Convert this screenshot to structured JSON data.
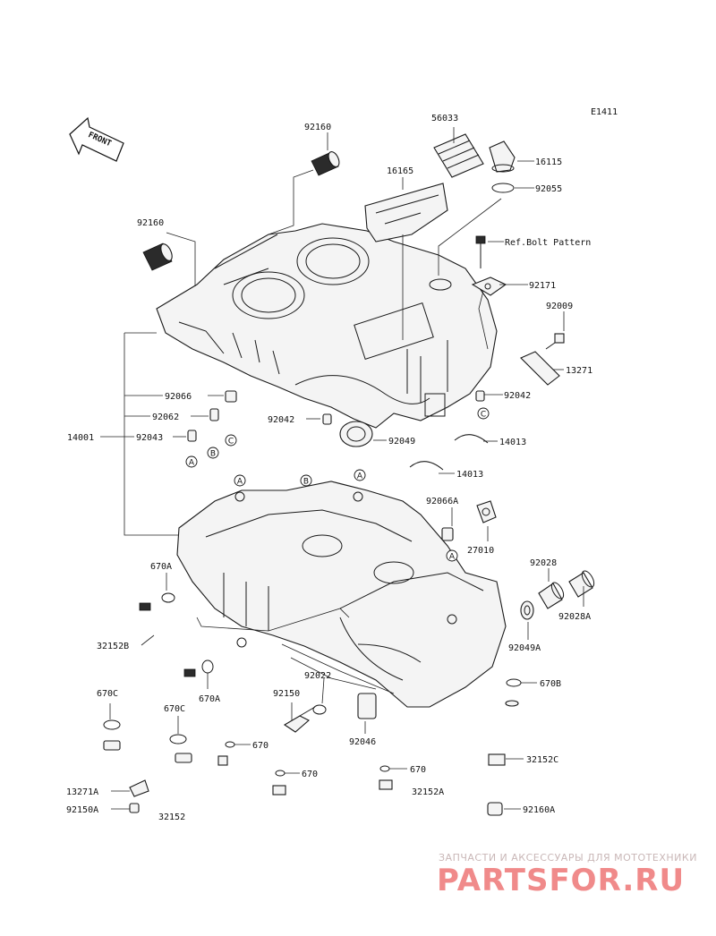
{
  "diagram_id": "E1411",
  "front_label": "FRONT",
  "ref_callout": "Ref.Bolt Pattern",
  "labels": {
    "p92160_top": "92160",
    "p56033": "56033",
    "p16115": "16115",
    "p16165": "16165",
    "p92055": "92055",
    "p92160_left": "92160",
    "p92171": "92171",
    "p92009": "92009",
    "p13271_r": "13271",
    "p92066": "92066",
    "p92062": "92062",
    "p92043": "92043",
    "p14001": "14001",
    "p92042_l": "92042",
    "p92049": "92049",
    "p92042_r": "92042",
    "p14013_a": "14013",
    "p14013_b": "14013",
    "p92066A": "92066A",
    "p27010": "27010",
    "p92028": "92028",
    "p92028A": "92028A",
    "p92049A": "92049A",
    "p670A_top": "670A",
    "p32152B": "32152B",
    "p670A_bot": "670A",
    "p92022": "92022",
    "p92150": "92150",
    "p92046": "92046",
    "p670B": "670B",
    "p670C_l": "670C",
    "p670C_r": "670C",
    "p670_1": "670",
    "p670_2": "670",
    "p670_3": "670",
    "p32152C": "32152C",
    "p13271A": "13271A",
    "p92150A": "92150A",
    "p32152": "32152",
    "p32152A": "32152A",
    "p92160A": "92160A"
  },
  "markers": {
    "a1": "A",
    "b1": "B",
    "c1": "C",
    "c2": "C",
    "a2": "A",
    "b2": "B",
    "a3": "A",
    "a4": "A"
  },
  "watermark": {
    "line1": "ЗАПЧАСТИ И АКСЕССУАРЫ ДЛЯ МОТОТЕХНИКИ",
    "line2": "PARTSFOR.RU"
  }
}
